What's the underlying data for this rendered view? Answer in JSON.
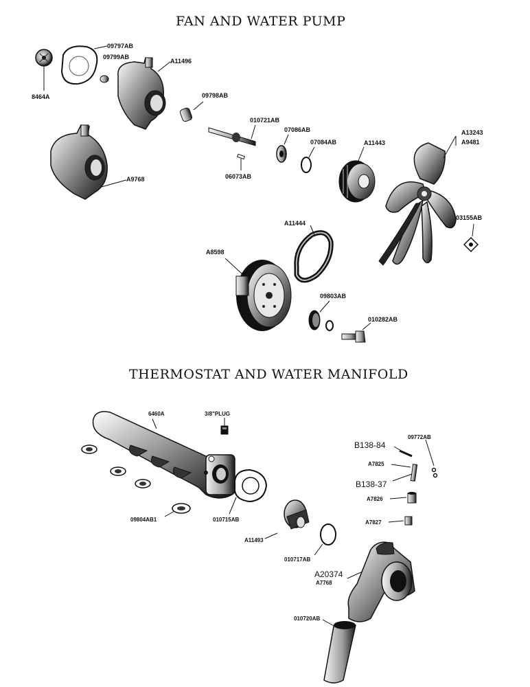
{
  "titles": {
    "fan_water_pump": "FAN AND WATER PUMP",
    "thermostat_manifold": "THERMOSTAT AND WATER MANIFOLD"
  },
  "labels": {
    "p8464A": "8464A",
    "p09797AB": "09797AB",
    "p09799AB": "09799AB",
    "pA11496": "A11496",
    "p09798AB": "09798AB",
    "p010721AB": "010721AB",
    "p07086AB": "07086AB",
    "p07084AB": "07084AB",
    "pA11443": "A11443",
    "pA13243": "A13243",
    "pA9481": "A9481",
    "p06073AB": "06073AB",
    "pA9768": "A9768",
    "p03155AB": "03155AB",
    "pA11444": "A11444",
    "pA8598": "A8598",
    "p09803AB": "09803AB",
    "p010282AB": "010282AB",
    "p6460A": "6460A",
    "plug": "3/8\"PLUG",
    "p09772AB": "09772AB",
    "pB138_84": "B138-84",
    "pA7825": "A7825",
    "pB138_37": "B138-37",
    "pA7826": "A7826",
    "pA7827": "A7827",
    "p09804AB1": "09804AB1",
    "p010715AB": "010715AB",
    "pA11493": "A11493",
    "p010717AB": "010717AB",
    "pA20374": "A20374",
    "pA7768": "A7768",
    "p010720AB": "010720AB"
  }
}
